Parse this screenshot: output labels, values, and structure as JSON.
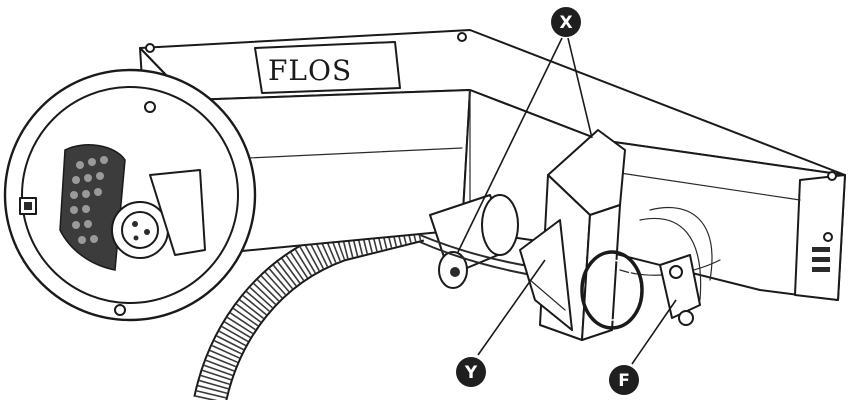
{
  "product": {
    "brand_logo": "FLOS"
  },
  "callouts": {
    "x": "X",
    "y": "Y",
    "f": "F"
  }
}
